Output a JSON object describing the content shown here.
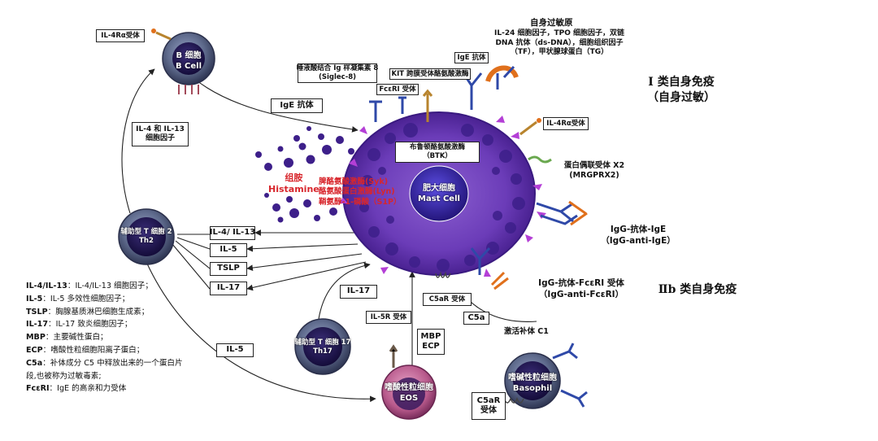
{
  "classes": {
    "type1_line1": "Ⅰ 类自身免疫",
    "type1_line2": "（自身过敏）",
    "type2b": "Ⅱb 类自身免疫"
  },
  "autoallergen": {
    "title": "自身过敏原",
    "line1": "IL-24 细胞因子，TPO 细胞因子，双链",
    "line2": "DNA 抗体（ds-DNA），细胞组织因子",
    "line3": "（TF），甲状腺球蛋白（TG）"
  },
  "mast_cell": {
    "name_cn": "肥大细胞",
    "name_en": "Mast Cell"
  },
  "btk": {
    "line1": "布鲁顿酪氨酸激酶",
    "line2": "（BTK）"
  },
  "mediators": {
    "histamine_cn": "组胺",
    "histamine_en": "Histamine",
    "syk": "脾酪氨酸激酶(Syk)",
    "lyn": "酪氨酸蛋白激酶(Lyn)",
    "s1p": "鞘氨醇-1-磷酸（S1P）"
  },
  "receptors": {
    "siglec_line1": "唾液酸结合 Ig 样凝集素 8",
    "siglec_line2": "(Siglec-8)",
    "fceri": "FcεRI 受体",
    "kit": "KIT 跨膜受体酪氨酸激酶",
    "ige_antibody_small": "IgE 抗体",
    "il4ra_mast": "IL-4Rα受体",
    "mrgprx2_line1": "蛋白偶联受体 X2",
    "mrgprx2_line2": "(MRGPRX2)",
    "c5ar_mast": "C5aR 受体",
    "il5r": "IL-5R 受体",
    "il4ra_b": "IL-4Rα受体",
    "c5ar_baso_line1": "C5aR",
    "c5ar_baso_line2": "受体"
  },
  "antibodies": {
    "ige": "IgE 抗体",
    "igg_anti_ige_cn": "IgG-抗体-IgE",
    "igg_anti_ige_en": "（IgG-anti-IgE）",
    "igg_anti_fceri_cn": "IgG-抗体-FcεRI 受体",
    "igg_anti_fceri_en": "（IgG-anti-FcεRI）"
  },
  "complement": {
    "c5a": "C5a",
    "activated": "激活补体 C1"
  },
  "cells": {
    "b_cell_cn": "B 细胞",
    "b_cell_en": "B Cell",
    "th2_cn": "辅助型 T 细胞 2",
    "th2_en": "Th2",
    "th17_cn": "辅助型 T 细胞 17",
    "th17_en": "Th17",
    "eos_cn": "嗜酸性粒细胞",
    "eos_en": "EOS",
    "baso_cn": "嗜碱性粒细胞",
    "baso_en": "Basophil"
  },
  "cytokines": {
    "il4_il13_line1": "IL-4 和 IL-13",
    "il4_il13_line2": "细胞因子",
    "il4_il13_box": "IL-4/ IL-13",
    "il5": "IL-5",
    "tslp": "TSLP",
    "il17": "IL-17",
    "il17_th17": "IL-17",
    "il5_eos": "IL-5",
    "mbp": "MBP",
    "ecp": "ECP"
  },
  "legend": [
    {
      "term": "IL-4/IL-13",
      "desc": "：IL-4/IL-13 细胞因子；"
    },
    {
      "term": "IL-5",
      "desc": "：IL-5 多效性细胞因子；"
    },
    {
      "term": "TSLP",
      "desc": "：胸腺基质淋巴细胞生成素；"
    },
    {
      "term": "IL-17",
      "desc": "：IL-17 致炎细胞因子；"
    },
    {
      "term": "MBP",
      "desc": "：主要碱性蛋白；"
    },
    {
      "term": "ECP",
      "desc": "：嗜酸性粒细胞阳离子蛋白；"
    },
    {
      "term": "C5a",
      "desc": "：补体成分 C5 中释放出来的一个蛋白片"
    },
    {
      "term": "",
      "desc": "段,也被称为过敏毒素;"
    },
    {
      "term": "FcεRI",
      "desc": "：IgE 的高亲和力受体"
    }
  ],
  "colors": {
    "mast_purple": "#5b2a9c",
    "granule": "#3d1f8a",
    "receptor_blue": "#2f49a8",
    "receptor_orange": "#e0701c",
    "mediator_red": "#d8262c",
    "mrgprx2_green": "#6aa84f"
  }
}
